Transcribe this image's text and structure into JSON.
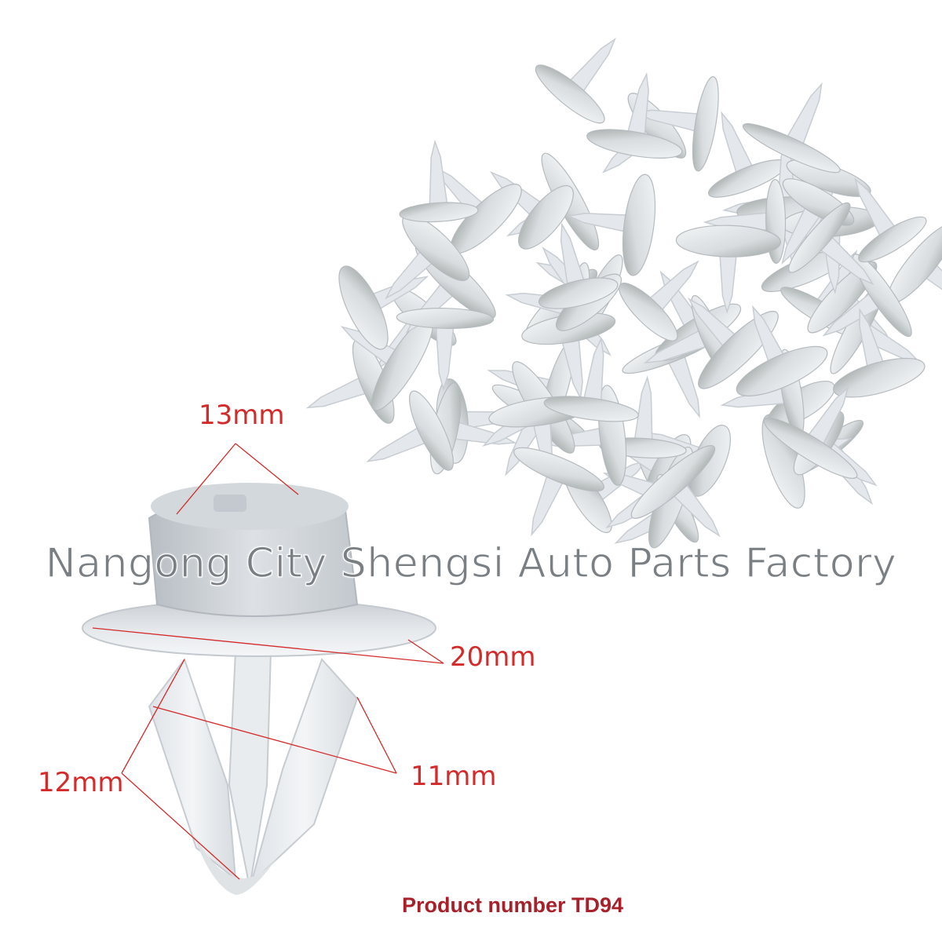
{
  "watermark": {
    "text": "Nangong City Shengsi Auto Parts Factory",
    "color": "#7a7f84"
  },
  "dimensions": {
    "head_top_diameter": "13mm",
    "head_diameter": "20mm",
    "leg_width": "11mm",
    "leg_length": "12mm"
  },
  "product": {
    "label": "Product number TD94",
    "color": "#a8202a"
  },
  "colors": {
    "plastic_light": "#eef1f4",
    "plastic_mid": "#cdd3d9",
    "plastic_dark": "#8e9493",
    "annotation_red": "#d42a2a"
  }
}
